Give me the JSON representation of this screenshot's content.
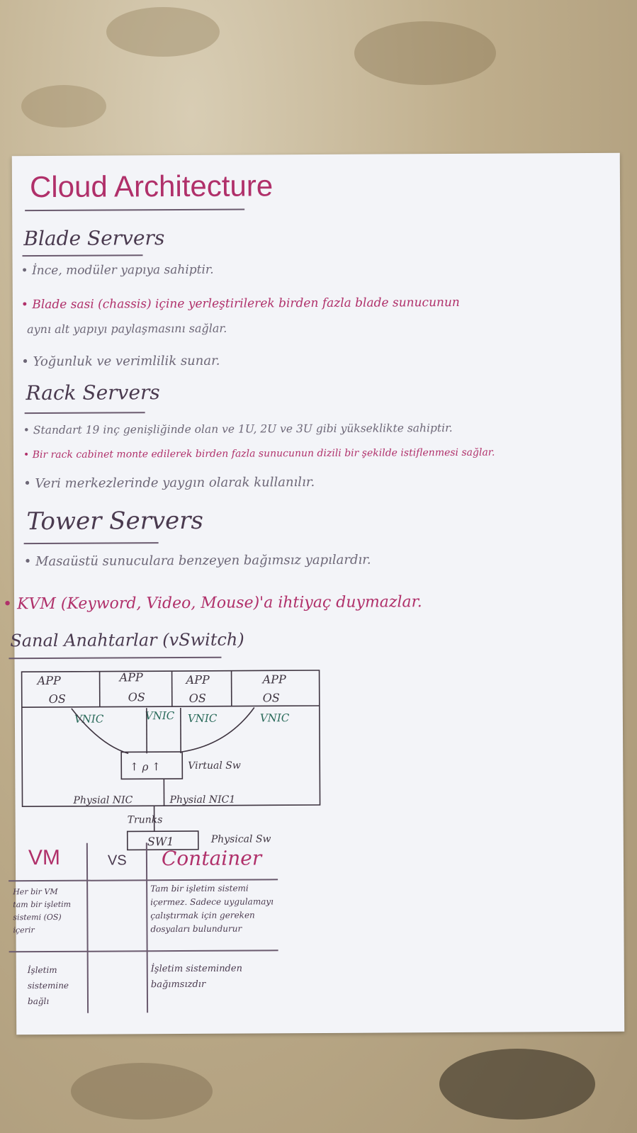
{
  "title": "Cloud Architecture",
  "sections": {
    "blade": {
      "heading": "Blade Servers",
      "bullets": [
        "İnce, modüler yapıya sahiptir.",
        "Blade sasi (chassis) içine yerleştirilerek birden fazla blade sunucunun",
        "aynı alt yapıyı paylaşmasını sağlar.",
        "Yoğunluk ve verimlilik sunar."
      ]
    },
    "rack": {
      "heading": "Rack Servers",
      "bullets": [
        "Standart 19 inç genişliğinde olan ve 1U, 2U ve 3U gibi yükseklikte sahiptir.",
        "Bir rack cabinet monte edilerek birden fazla sunucunun dizili bir şekilde istiflenmesi sağlar.",
        "Veri merkezlerinde yaygın olarak kullanılır."
      ]
    },
    "tower": {
      "heading": "Tower Servers",
      "bullets": [
        "Masaüstü sunuculara benzeyen bağımsız yapılardır.",
        "KVM (Keyword, Video, Mouse)'a ihtiyaç duymazlar."
      ]
    },
    "vswitch": {
      "heading": "Sanal Anahtarlar (vSwitch)",
      "diagram": {
        "app_labels": [
          "APP",
          "APP",
          "APP",
          "APP"
        ],
        "os_labels": [
          "OS",
          "OS",
          "OS",
          "OS"
        ],
        "vnic_labels": [
          "VNIC",
          "VNIC",
          "VNIC",
          "VNIC"
        ],
        "virtual_sw": "Virtual Sw",
        "physical_nic_left": "Physial NIC",
        "physical_nic_right": "Physial NIC1",
        "trunks": "Trunks",
        "sw1": "SW1",
        "physical_sw": "Physical Sw"
      }
    },
    "comparison": {
      "col_left": "VM",
      "vs": "VS",
      "col_right": "Container",
      "rows": [
        {
          "left": [
            "Her bir VM",
            "tam bir işletim",
            "sistemi (OS)",
            "içerir"
          ],
          "right": [
            "Tam bir işletim sistemi",
            "içermez. Sadece uygulamayı",
            "çalıştırmak için gereken",
            "dosyaları bulundurur"
          ]
        },
        {
          "left": [
            "İşletim",
            "sistemine",
            "bağlı"
          ],
          "right": [
            "İşletim sisteminden",
            "bağımsızdır"
          ]
        }
      ]
    }
  },
  "colors": {
    "pink_ink": "#b0306a",
    "dark_ink": "#4a3a4f",
    "gray_ink": "#6d6777",
    "green_ink": "#2a6a5a",
    "paper": "#f3f4f8"
  }
}
